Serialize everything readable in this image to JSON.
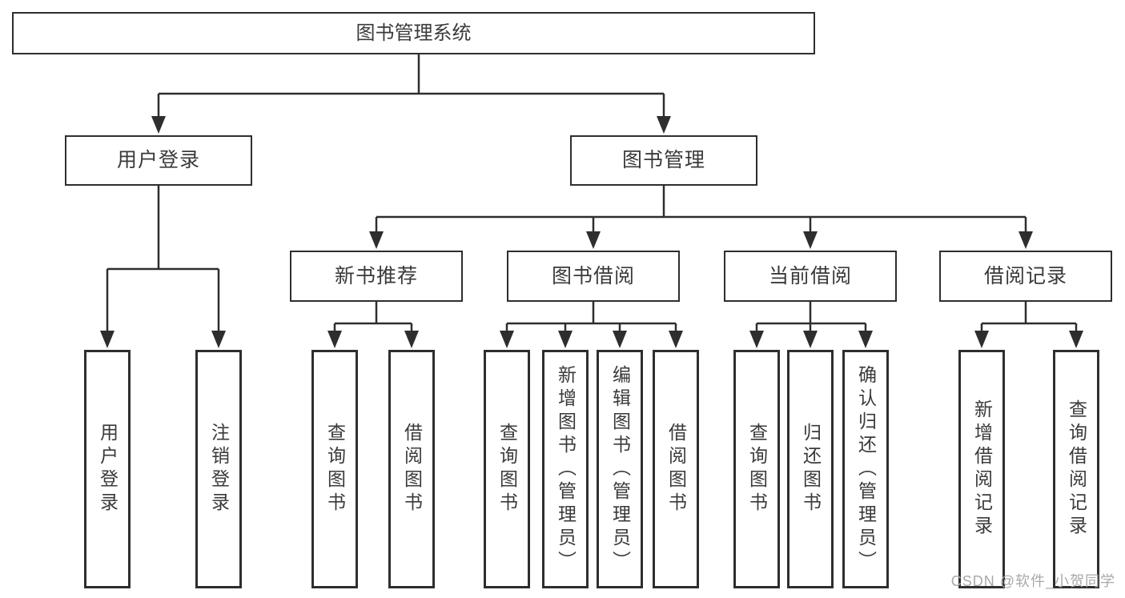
{
  "title": "图书管理系统",
  "tree": {
    "root": {
      "label": "图书管理系统"
    },
    "branches": [
      {
        "label": "用户登录",
        "children": [
          {
            "label": "用户登录"
          },
          {
            "label": "注销登录"
          }
        ]
      },
      {
        "label": "图书管理",
        "children": [
          {
            "label": "新书推荐",
            "children": [
              {
                "label": "查询图书"
              },
              {
                "label": "借阅图书"
              }
            ]
          },
          {
            "label": "图书借阅",
            "children": [
              {
                "label": "查询图书"
              },
              {
                "label": "新增图书（管理员）"
              },
              {
                "label": "编辑图书（管理员）"
              },
              {
                "label": "借阅图书"
              }
            ]
          },
          {
            "label": "当前借阅",
            "children": [
              {
                "label": "查询图书"
              },
              {
                "label": "归还图书"
              },
              {
                "label": "确认归还（管理员）"
              }
            ]
          },
          {
            "label": "借阅记录",
            "children": [
              {
                "label": "新增借阅记录"
              },
              {
                "label": "查询借阅记录"
              }
            ]
          }
        ]
      }
    ]
  },
  "watermark": "CSDN @软件_小贺同学",
  "colors": {
    "line": "#2e2e2e",
    "box_border": "#2e2e2e",
    "box_fill": "#ffffff",
    "text": "#3a3a3a",
    "watermark": "#a9a9ad",
    "background": "#ffffff"
  }
}
